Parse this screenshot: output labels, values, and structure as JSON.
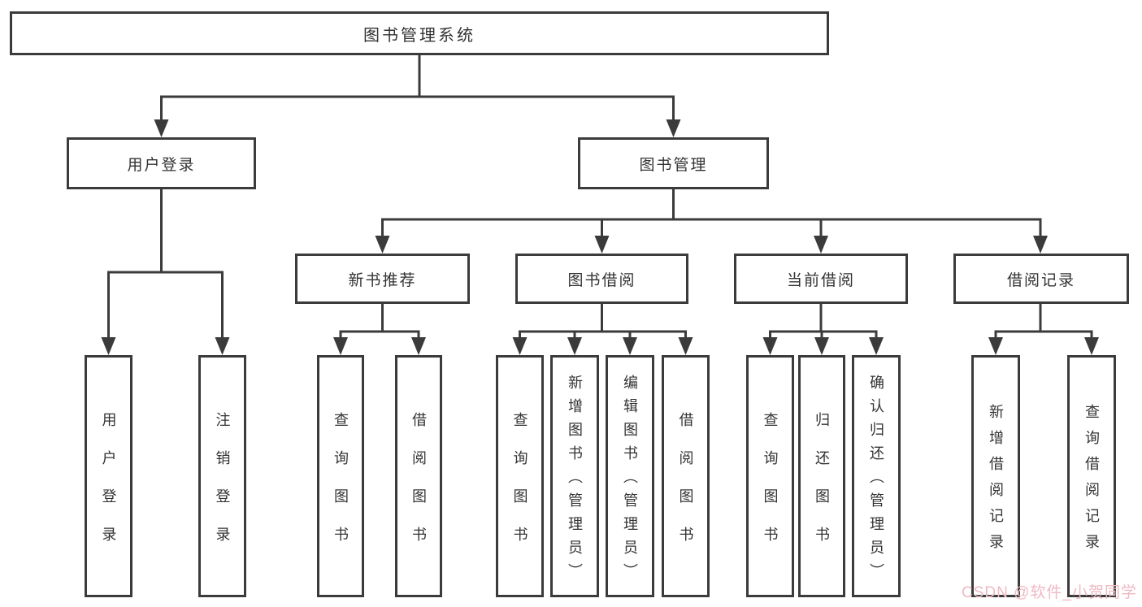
{
  "diagram_type": "hierarchy-tree",
  "colors": {
    "line": "#3b3b3b",
    "box_border": "#3b3b3b",
    "text": "#333333",
    "background": "#ffffff",
    "watermark": "#efb9c3"
  },
  "watermark": {
    "text": "CSDN @软件_小贺同学"
  },
  "tree": {
    "label": "图书管理系统",
    "children": [
      {
        "label": "用户登录",
        "children": [
          {
            "label": "用户登录"
          },
          {
            "label": "注销登录"
          }
        ]
      },
      {
        "label": "图书管理",
        "children": [
          {
            "label": "新书推荐",
            "children": [
              {
                "label": "查询图书"
              },
              {
                "label": "借阅图书"
              }
            ]
          },
          {
            "label": "图书借阅",
            "children": [
              {
                "label": "查询图书"
              },
              {
                "label": "新增图书（管理员）"
              },
              {
                "label": "编辑图书（管理员）"
              },
              {
                "label": "借阅图书"
              }
            ]
          },
          {
            "label": "当前借阅",
            "children": [
              {
                "label": "查询图书"
              },
              {
                "label": "归还图书"
              },
              {
                "label": "确认归还（管理员）"
              }
            ]
          },
          {
            "label": "借阅记录",
            "children": [
              {
                "label": "新增借阅记录"
              },
              {
                "label": "查询借阅记录"
              }
            ]
          }
        ]
      }
    ]
  }
}
